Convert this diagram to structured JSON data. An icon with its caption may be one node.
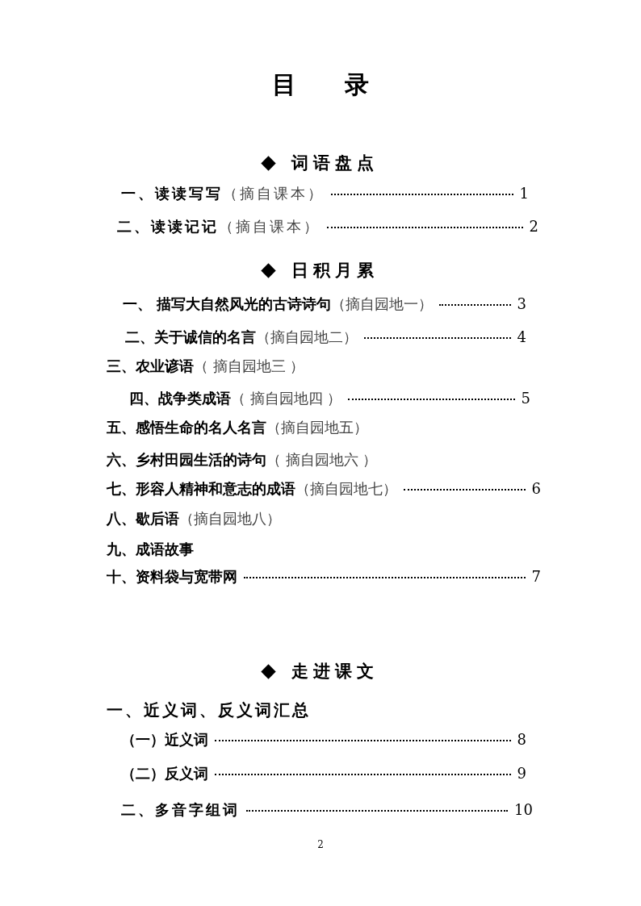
{
  "diagram": {
    "title": "目录",
    "labels": [
      "词语盘点",
      "一、读读写写",
      "（摘自课本）",
      "1",
      "二、读读记记",
      "（摘自课本）",
      "2",
      "日积月累",
      "一、 描写大自然风光的古诗诗句",
      "（摘自园地一）",
      "3",
      "二、关于诚信的名言",
      "（摘自园地二）",
      "4",
      "三、农业谚语",
      "（ 摘自园地三 ）",
      "四、战争类成语",
      "（ 摘自园地四 ）",
      "5",
      "五、感悟生命的名人名言",
      "（摘自园地五）",
      "六、乡村田园生活的诗句",
      "（ 摘自园地六 ）",
      "七、形容人精神和意志的成语",
      "（摘自园地七）",
      "6",
      "八、歇后语",
      "（摘自园地八）",
      "九、成语故事",
      "十、资料袋与宽带网",
      "7",
      "走进课文",
      "一、近义词、反义词汇总",
      "（一）近义词",
      "8",
      "（二）反义词",
      "9",
      "二、多音字组词",
      "10",
      "2"
    ]
  }
}
